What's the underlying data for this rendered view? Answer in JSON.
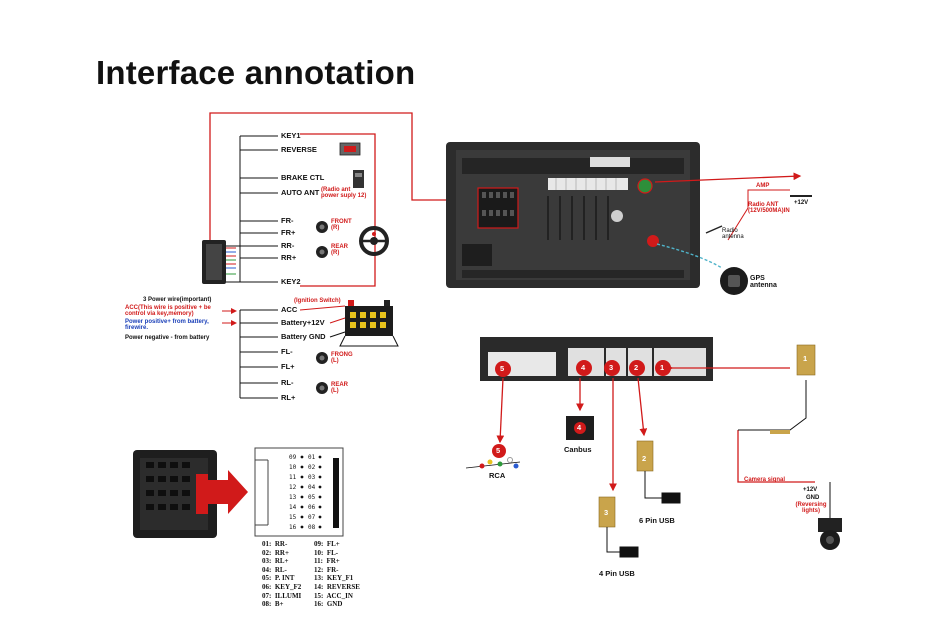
{
  "title": "Interface annotation",
  "harness": {
    "key1": "KEY1",
    "reverse": "REVERSE",
    "brake_ctl": "BRAKE CTL",
    "auto_ant": "AUTO ANT",
    "auto_ant_note": "(Radio ant power suply 12)",
    "fr_minus": "FR-",
    "fr_plus": "FR+",
    "rr_minus": "RR-",
    "rr_plus": "RR+",
    "front_r": "FRONT (R)",
    "rear_r": "REAR (R)",
    "key2": "KEY2",
    "power_wire": "3 Power wire(important)",
    "acc_note": "ACC(This wire is positive + be control via key,memory)",
    "power_pos_note": "Power positive+ from battery, firewire.",
    "power_neg_note": "Power negative - from battery",
    "ignition": "(Ignition Switch)",
    "acc": "ACC",
    "battery_12v": "Battery+12V",
    "battery_gnd": "Battery GND",
    "fl_minus": "FL-",
    "fl_plus": "FL+",
    "rl_minus": "RL-",
    "rl_plus": "RL+",
    "front_l": "FRONG (L)",
    "rear_l": "REAR (L)"
  },
  "antenna": {
    "amp": "AMP",
    "plus12v": "+12V",
    "radio_ant_in": "Radio ANT (12V/500MA)IN",
    "radio_antenna": "Radio antenna",
    "gps": "GPS antenna"
  },
  "ports": {
    "badges": [
      "1",
      "2",
      "3",
      "4",
      "5"
    ],
    "canbus": "Canbus",
    "rca": "RCA",
    "usb6": "6 Pin USB",
    "usb4": "4 Pin USB",
    "camera_signal": "Camera signal",
    "cam_12v": "+12V",
    "cam_gnd": "GND",
    "cam_reversing": "(Reversing lights)"
  },
  "pinout": {
    "left_col": [
      "09",
      "10",
      "11",
      "12",
      "13",
      "14",
      "15",
      "16"
    ],
    "right_col": [
      "01",
      "02",
      "03",
      "04",
      "05",
      "06",
      "07",
      "08"
    ],
    "legend_left": "01:  RR-\n02:  RR+\n03:  RL+\n04:  RL-\n05:  P. INT\n06:  KEY_F2\n07:  ILLUMI\n08:  B+",
    "legend_right": "09:  FL+\n10:  FL-\n11:  FR+\n12:  FR-\n13:  KEY_F1\n14:  REVERSE\n15:  ACC_IN\n16:  GND"
  },
  "colors": {
    "wire_red": "#d11a1a",
    "text_blue": "#1a3fb8",
    "unit_dark": "#2c2c2c",
    "gps_cable": "#4fb3c9"
  }
}
